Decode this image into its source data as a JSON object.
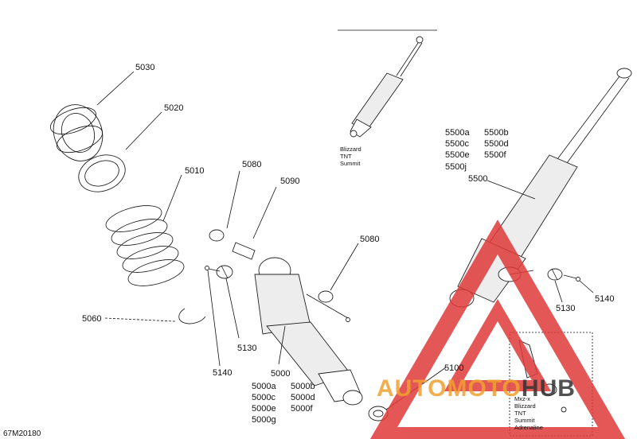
{
  "callouts": {
    "c5030": "5030",
    "c5020": "5020",
    "c5010": "5010",
    "c5060": "5060",
    "c5080a": "5080",
    "c5090": "5090",
    "c5080b": "5080",
    "c5130a": "5130",
    "c5140a": "5140",
    "c5000": "5000",
    "c5500": "5500",
    "c5130b": "5130",
    "c5140b": "5140",
    "c5100": "5100"
  },
  "variants_5000": [
    "5000a",
    "5000b",
    "5000c",
    "5000d",
    "5000e",
    "5000f",
    "5000g"
  ],
  "variants_5500": [
    "5500a",
    "5500b",
    "5500c",
    "5500d",
    "5500e",
    "5500f",
    "5500j"
  ],
  "model_note_top": [
    "Blizzard",
    "TNT",
    "Summit"
  ],
  "model_note_box": [
    "Mxz-x",
    "Blizzard",
    "TNT",
    "Summit",
    "Adrenaline"
  ],
  "figure_code": "67M20180",
  "watermark": {
    "text_auto": "AUTO",
    "text_moto": "MOTO",
    "text_hub": "HUB",
    "color_red": "#e03a3a",
    "color_orange": "#f0a030",
    "color_dark": "#333333"
  }
}
